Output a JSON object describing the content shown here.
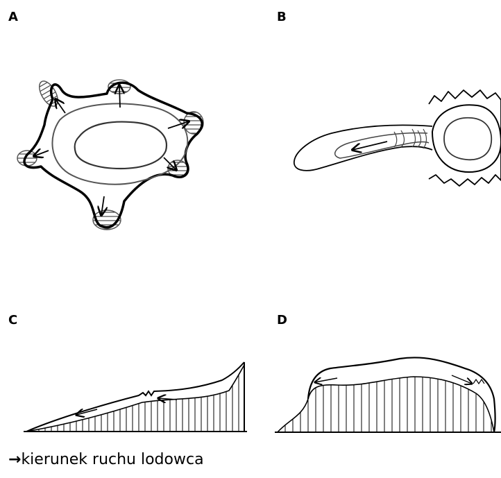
{
  "panels": {
    "a": "A",
    "b": "B",
    "c": "C",
    "d": "D"
  },
  "legend": {
    "arrow_symbol": "→",
    "text": "kierunek ruchu lodowca"
  }
}
